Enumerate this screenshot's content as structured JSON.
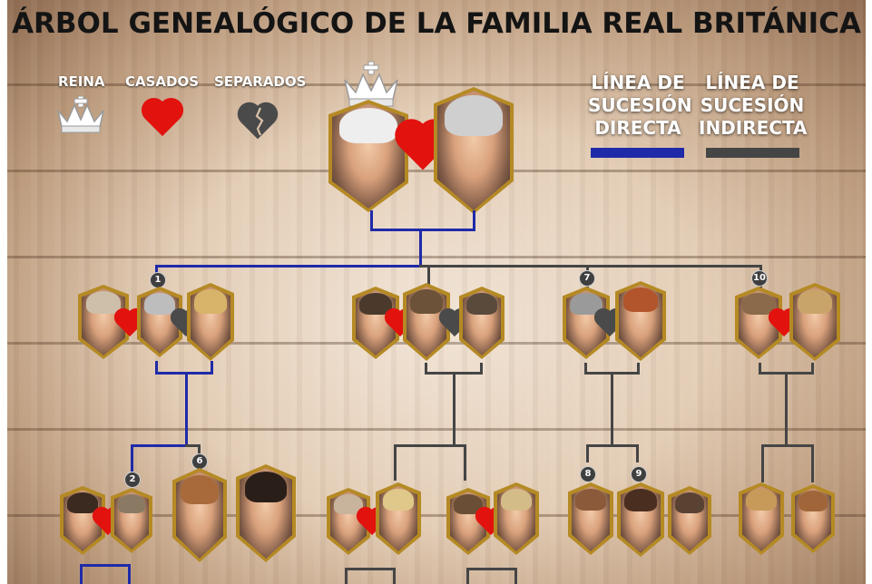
{
  "title": "ÁRBOL GENEALÓGICO DE LA FAMILIA REAL BRITÁNICA",
  "legend": {
    "queen": "REINA",
    "married": "CASADOS",
    "separated": "SEPARADOS"
  },
  "succession": {
    "direct": [
      "LÍNEA DE",
      "SUCESIÓN",
      "DIRECTA"
    ],
    "indirect": [
      "LÍNEA DE",
      "SUCESIÓN",
      "INDIRECTA"
    ]
  },
  "colors": {
    "direct_line": "#1f2aa8",
    "indirect_line": "#454545",
    "married_heart": "#e2120e",
    "separated_heart": "#4a4a4a",
    "frame_gold": "#b58a24"
  },
  "badges": [
    "1",
    "7",
    "10",
    "2",
    "6",
    "8",
    "9"
  ],
  "icons": [
    "crown-icon",
    "heart-icon",
    "broken-heart-icon"
  ]
}
